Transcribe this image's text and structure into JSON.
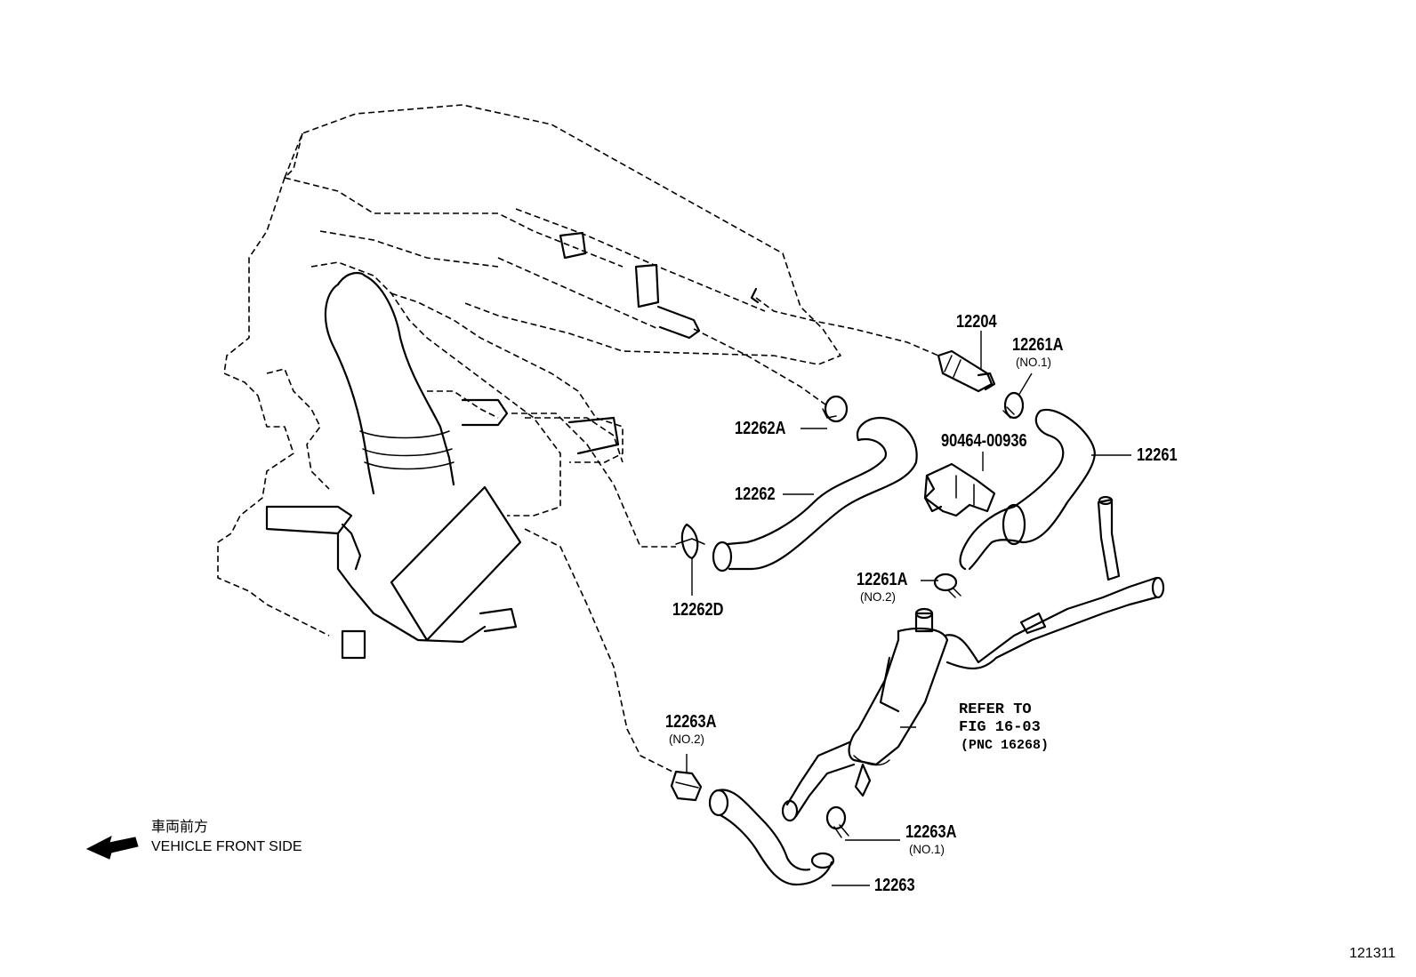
{
  "labels": {
    "p12204": "12204",
    "p12261A_no1": "12261A",
    "p12261A_no1_sub": "(NO.1)",
    "p12262A": "12262A",
    "p90464": "90464-00936",
    "p12261": "12261",
    "p12262": "12262",
    "p12261A_no2": "12261A",
    "p12261A_no2_sub": "(NO.2)",
    "p12262D": "12262D",
    "p12263A_no2": "12263A",
    "p12263A_no2_sub": "(NO.2)",
    "p12263A_no1": "12263A",
    "p12263A_no1_sub": "(NO.1)",
    "p12263": "12263",
    "refer_line1": "REFER TO",
    "refer_line2": "FIG 16-03",
    "refer_line3": "(PNC 16268)"
  },
  "direction": {
    "jp": "車両前方",
    "en": "VEHICLE FRONT SIDE",
    "icon": "arrow-left-icon"
  },
  "figure_number": "121311"
}
